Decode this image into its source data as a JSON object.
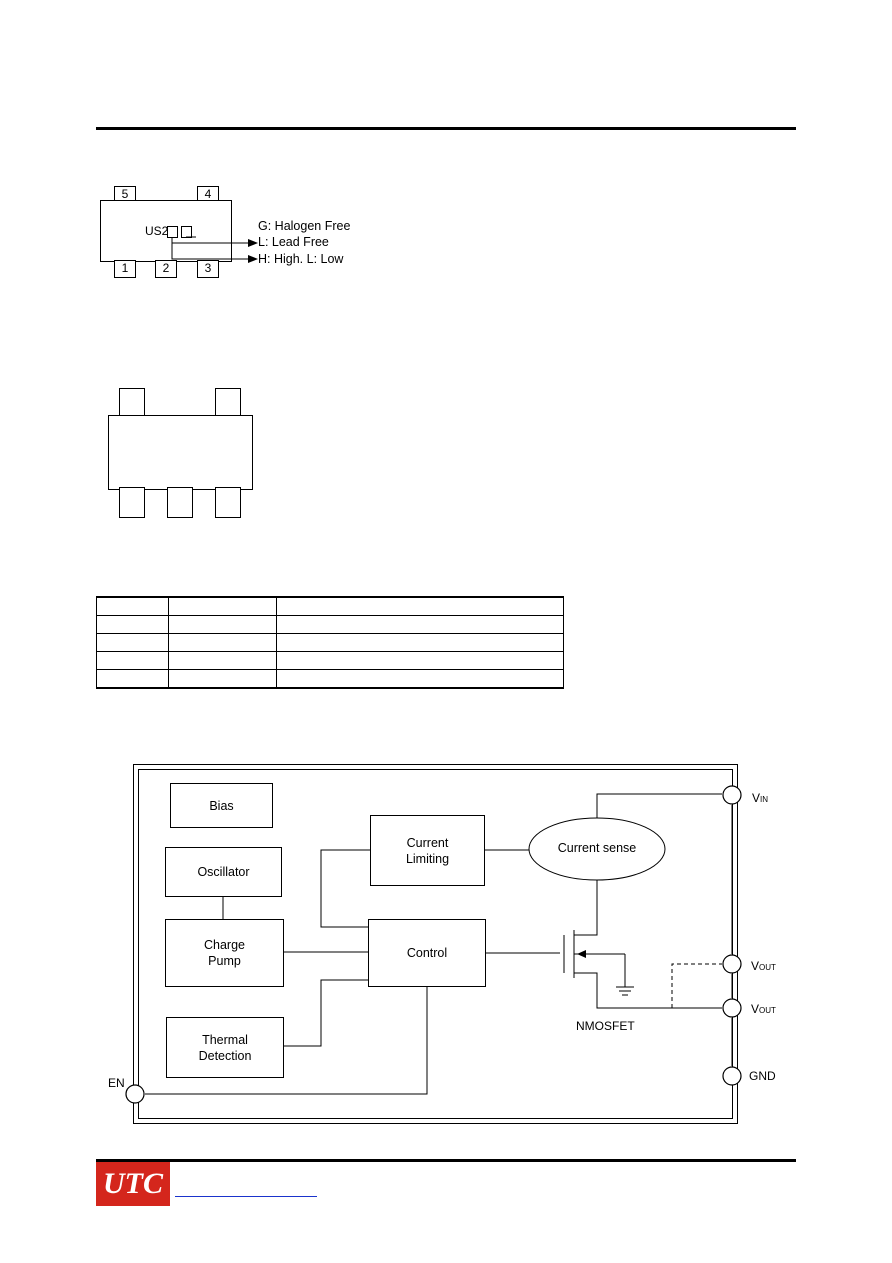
{
  "marking": {
    "pins_top": [
      "5",
      "4"
    ],
    "pins_bottom": [
      "1",
      "2",
      "3"
    ],
    "code": "US2",
    "legend": [
      "G: Halogen Free",
      "L: Lead Free",
      "H: High. L: Low"
    ]
  },
  "block_diagram": {
    "blocks": {
      "bias": "Bias",
      "oscillator": "Oscillator",
      "charge_pump": [
        "Charge",
        "Pump"
      ],
      "thermal": [
        "Thermal",
        "Detection"
      ],
      "current_limiting": [
        "Current",
        "Limiting"
      ],
      "control": "Control",
      "current_sense": "Current sense"
    },
    "nmosfet": "NMOSFET",
    "pins": {
      "vin": {
        "main": "V",
        "sub": "IN"
      },
      "vout1": {
        "main": "V",
        "sub": "OUT"
      },
      "vout2": {
        "main": "V",
        "sub": "OUT"
      },
      "gnd": "GND",
      "en": "EN"
    }
  },
  "footer": {
    "logo": "UTC"
  }
}
